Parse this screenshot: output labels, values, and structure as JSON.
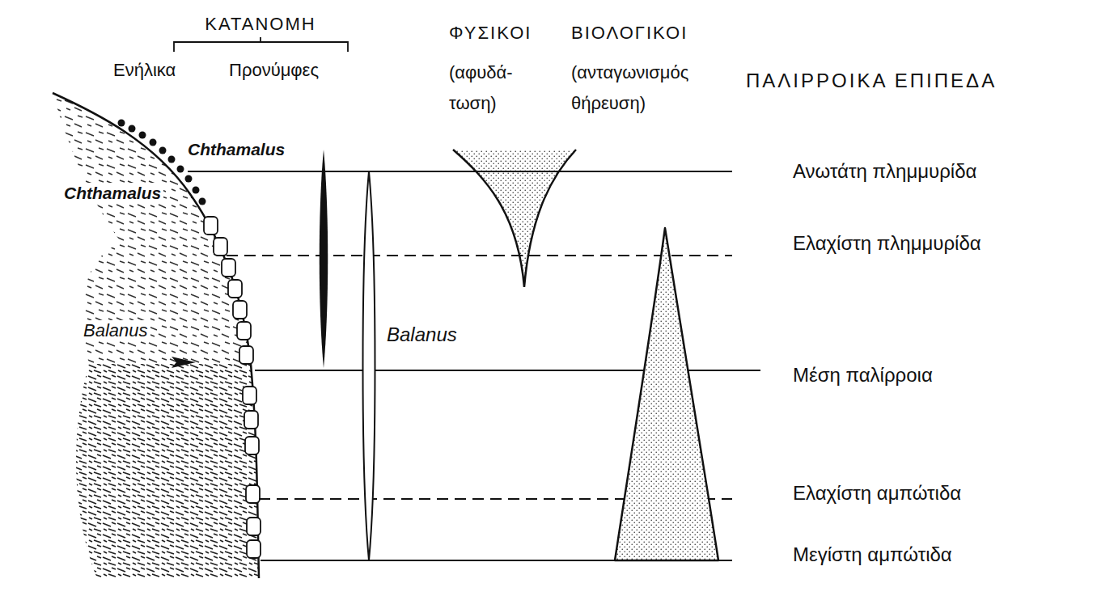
{
  "diagram": {
    "labels": [
      "ΚΑΤΑΝΟΜΗ",
      "Ενήλικα",
      "Προνύμφες",
      "ΦΥΣΙΚΟΙ",
      "(αφυδά- τωση)",
      "ΒΙΟΛΟΓΙΚΟΙ",
      "(ανταγωνισμός θήρευση)",
      "ΠΑΛΙΡΡΟΙΚΑ ΕΠΙΠΕΔΑ",
      "Chthamalus",
      "Chthamalus",
      "Balanus",
      "Balanus",
      "Ανωτάτη πλημμυρίδα",
      "Ελαχίστη πλημμυρίδα",
      "Μέση παλίρροια",
      "Ελαχίστη αμπώτιδα",
      "Μεγίστη αμπώτιδα"
    ]
  }
}
